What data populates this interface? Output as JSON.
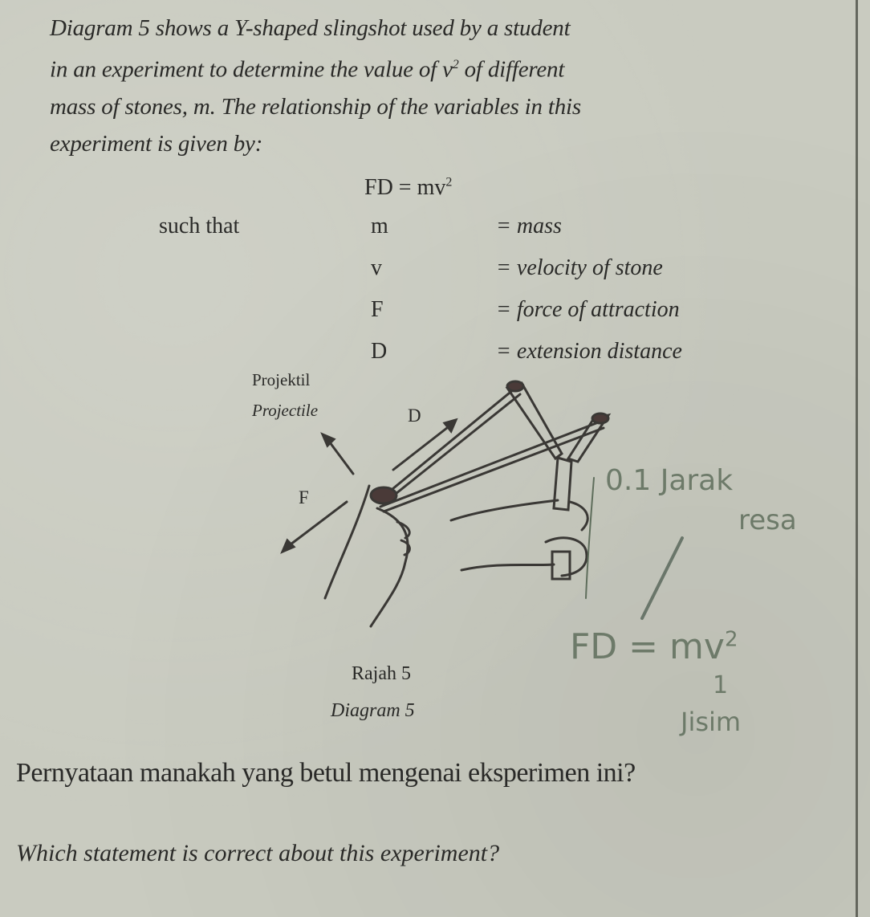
{
  "intro": {
    "line1": "Diagram 5 shows a Y-shaped slingshot used by a student",
    "line2_before": "in an experiment to determine the value of v",
    "line2_sup": "2",
    "line2_after": " of different",
    "line3": "mass of stones, m. The relationship of the variables in this",
    "line4": "experiment is given by:"
  },
  "formula": {
    "lhs": "FD = mv",
    "sup": "2"
  },
  "such_that": "such that",
  "definitions": [
    {
      "symbol": "m",
      "meaning": "= mass"
    },
    {
      "symbol": "v",
      "meaning": "= velocity of stone"
    },
    {
      "symbol": "F",
      "meaning": "= force of attraction"
    },
    {
      "symbol": "D",
      "meaning": "= extension distance"
    }
  ],
  "diagram": {
    "label_projectile_my": "Projektil",
    "label_projectile_en": "Projectile",
    "label_D": "D",
    "label_F": "F"
  },
  "caption": {
    "malay": "Rajah 5",
    "english": "Diagram 5"
  },
  "handwriting": {
    "note1": "0.1 Jarak",
    "note2": "resa",
    "equation": "FD = mv",
    "equation_sup": "2",
    "mark": "1",
    "word": "Jisim"
  },
  "question": {
    "malay": "Pernyataan manakah yang betul mengenai eksperimen ini?",
    "english": "Which statement is correct about this experiment?"
  }
}
